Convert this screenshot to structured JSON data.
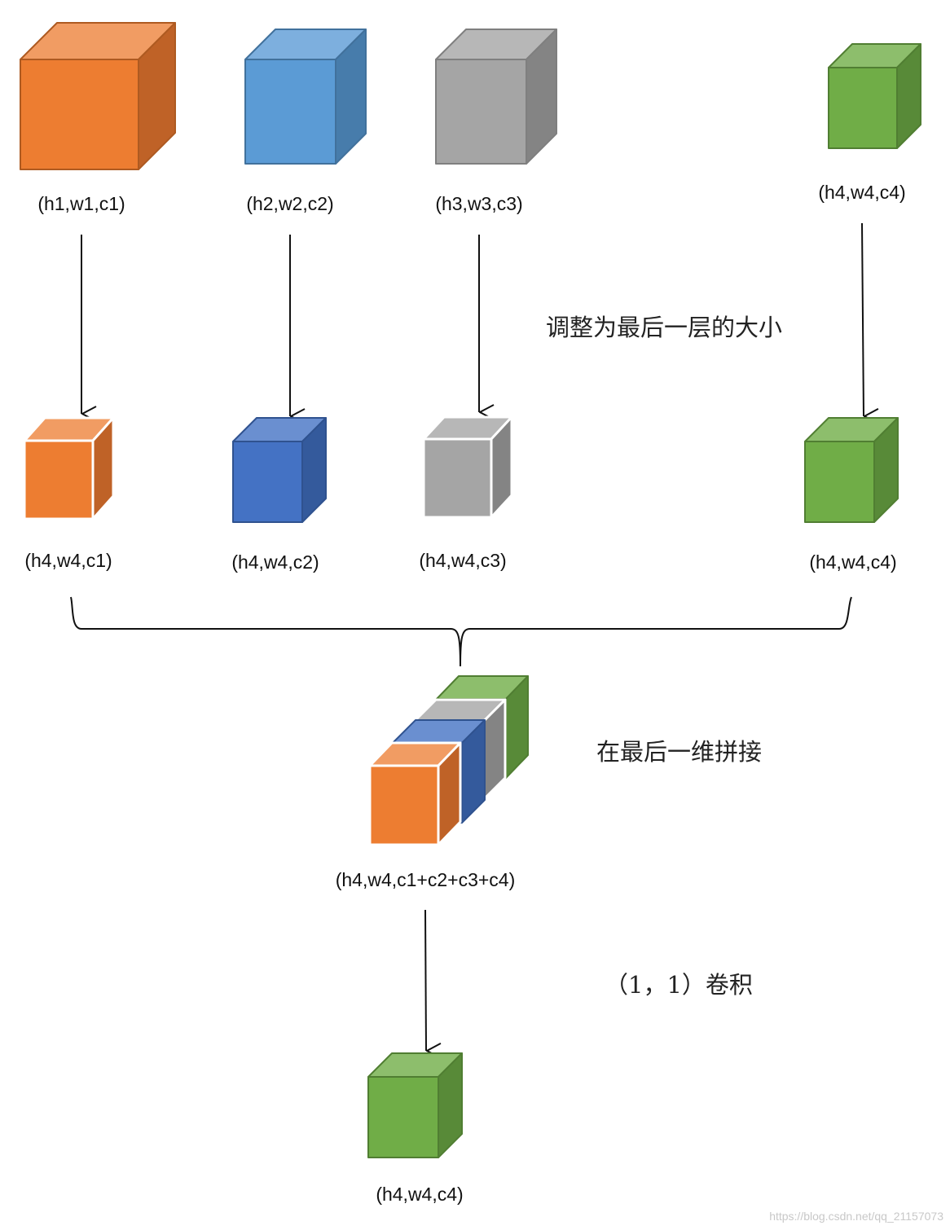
{
  "colors": {
    "orange": {
      "front": "#ED7D31",
      "top": "#F19C63",
      "side": "#BF6227",
      "edge": "#AE5A21"
    },
    "blue": {
      "front": "#5B9BD5",
      "top": "#7DAFDE",
      "side": "#477CAB",
      "edge": "#41719C"
    },
    "darkblue": {
      "front": "#4472C4",
      "top": "#6A8FD0",
      "side": "#345A9C",
      "edge": "#2F528F"
    },
    "gray": {
      "front": "#A5A5A5",
      "top": "#B7B7B7",
      "side": "#848484",
      "edge": "#7F7F7F"
    },
    "green": {
      "front": "#70AD47",
      "top": "#8DBE6C",
      "side": "#588A38",
      "edge": "#507E32"
    },
    "arrow": "#111111"
  },
  "cubes": [
    {
      "name": "input-cube-1",
      "color": "orange"
    },
    {
      "name": "input-cube-2",
      "color": "blue"
    },
    {
      "name": "input-cube-3",
      "color": "gray"
    },
    {
      "name": "input-cube-4",
      "color": "green"
    },
    {
      "name": "resized-cube-1",
      "color": "orange"
    },
    {
      "name": "resized-cube-2",
      "color": "darkblue"
    },
    {
      "name": "resized-cube-3",
      "color": "gray"
    },
    {
      "name": "resized-cube-4",
      "color": "green"
    },
    {
      "name": "concat-cube-green",
      "color": "green"
    },
    {
      "name": "concat-cube-gray",
      "color": "gray"
    },
    {
      "name": "concat-cube-blue",
      "color": "darkblue"
    },
    {
      "name": "concat-cube-orange",
      "color": "orange"
    },
    {
      "name": "output-cube",
      "color": "green"
    }
  ],
  "labels": {
    "in1": "(h1,w1,c1)",
    "in2": "(h2,w2,c2)",
    "in3": "(h3,w3,c3)",
    "in4": "(h4,w4,c4)",
    "rs1": "(h4,w4,c1)",
    "rs2": "(h4,w4,c2)",
    "rs3": "(h4,w4,c3)",
    "rs4": "(h4,w4,c4)",
    "concat": "(h4,w4,c1+c2+c3+c4)",
    "output": "(h4,w4,c4)"
  },
  "notes": {
    "resize": "调整为最后一层的大小",
    "concat": "在最后一维拼接",
    "conv": "（1，1）卷积"
  },
  "watermark": "https://blog.csdn.net/qq_21157073"
}
